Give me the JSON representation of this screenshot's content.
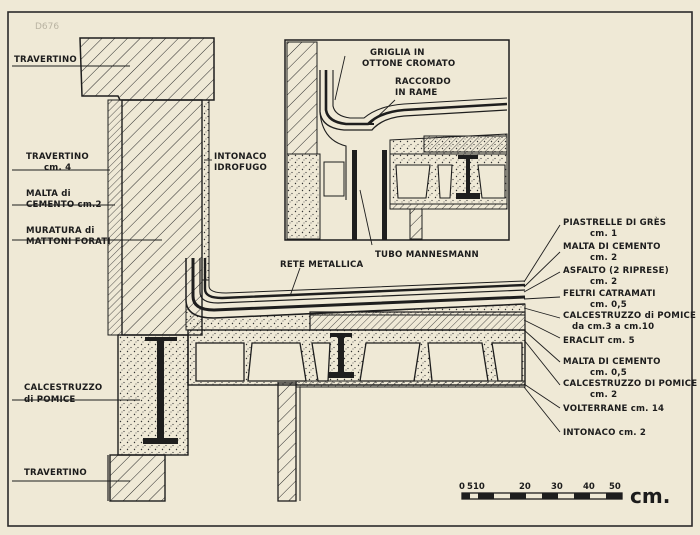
{
  "stamp": "D676",
  "labels_left": {
    "travertino_top": "TRAVERTINO",
    "travertino_mid": "TRAVERTINO",
    "travertino_mid_sub": "cm. 4",
    "malta_1": "MALTA di",
    "malta_2": "CEMENTO cm.2",
    "muratura_1": "MURATURA di",
    "muratura_2": "MATTONI FORATI",
    "intonaco_1": "INTONACO",
    "intonaco_2": "IDROFUGO",
    "calcestruzzo_1": "CALCESTRUZZO",
    "calcestruzzo_2": "di POMICE",
    "travertino_bottom": "TRAVERTINO"
  },
  "labels_inset": {
    "griglia_1": "GRIGLIA IN",
    "griglia_2": "OTTONE CROMATO",
    "raccordo_1": "RACCORDO",
    "raccordo_2": "IN RAME",
    "tubo": "TUBO MANNESMANN",
    "rete": "RETE METALLICA"
  },
  "labels_right": [
    {
      "l1": "PIASTRELLE DI GRÈS",
      "l2": "cm. 1"
    },
    {
      "l1": "MALTA DI CEMENTO",
      "l2": "cm. 2"
    },
    {
      "l1": "ASFALTO (2 RIPRESE)",
      "l2": "cm. 2"
    },
    {
      "l1": "FELTRI CATRAMATI",
      "l2": "cm. 0,5"
    },
    {
      "l1": "CALCESTRUZZO di POMICE",
      "l2": "da cm.3 a cm.10"
    },
    {
      "l1": "ERACLIT cm. 5",
      "l2": ""
    },
    {
      "l1": "MALTA DI CEMENTO",
      "l2": "cm. 0,5"
    },
    {
      "l1": "CALCESTRUZZO DI POMICE",
      "l2": "cm. 2"
    },
    {
      "l1": "VOLTERRANE cm. 14",
      "l2": ""
    },
    {
      "l1": "INTONACO cm. 2",
      "l2": ""
    }
  ],
  "scale": {
    "ticks": [
      "0",
      "5",
      "10",
      "20",
      "30",
      "40",
      "50"
    ],
    "unit": "cm."
  }
}
